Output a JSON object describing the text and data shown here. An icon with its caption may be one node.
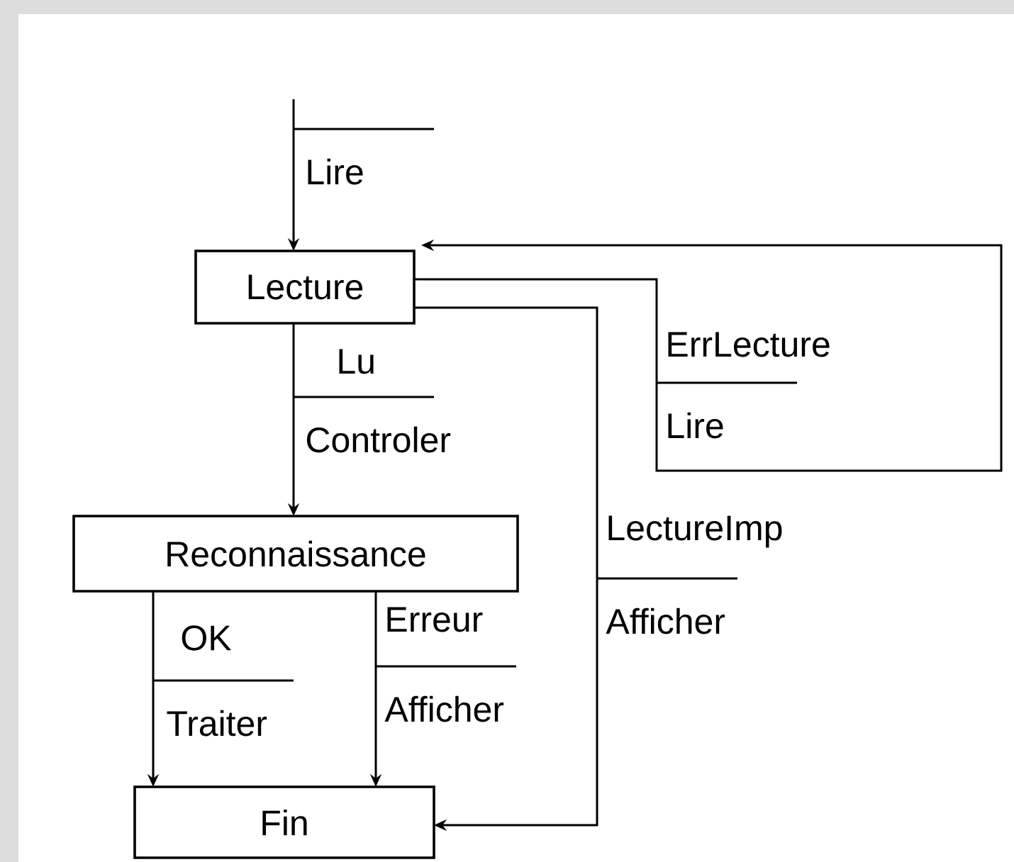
{
  "diagram": {
    "nodes": [
      {
        "text": [
          "Lecture"
        ]
      },
      {
        "text": [
          "Reconnaissance"
        ]
      },
      {
        "text": [
          "Fin"
        ]
      }
    ],
    "edges": [
      {
        "from": null,
        "to": 0,
        "arrow": "to",
        "label": [
          "Lire"
        ]
      },
      {
        "from": 0,
        "to": 1,
        "arrow": "to",
        "label": [
          "Lu",
          "Controler"
        ]
      },
      {
        "from": 0,
        "to": 0,
        "arrow": "to",
        "label": [
          "ErrLecture",
          "Lire"
        ]
      },
      {
        "from": 0,
        "to": 2,
        "arrow": "to",
        "label": [
          "LectureImp",
          "Afficher"
        ]
      },
      {
        "from": 1,
        "to": 2,
        "arrow": "to",
        "label": [
          "OK",
          "Traiter"
        ]
      },
      {
        "from": 1,
        "to": 2,
        "arrow": "to",
        "label": [
          "Erreur",
          "Afficher"
        ]
      }
    ]
  }
}
